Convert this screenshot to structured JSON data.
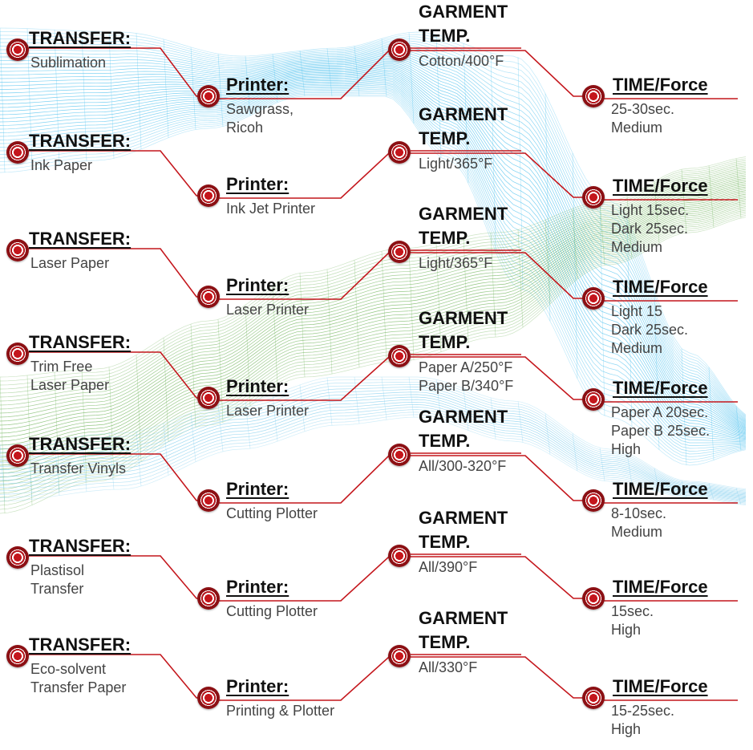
{
  "colors": {
    "accent": "#c4161c",
    "blue_band": "#58c4ee",
    "green_band": "#6fb35a"
  },
  "rows": [
    {
      "transfer": {
        "title": "TRANSFER:",
        "lines": [
          "Sublimation"
        ]
      },
      "printer": {
        "title": "Printer:",
        "lines": [
          "Sawgrass,",
          "Ricoh"
        ]
      },
      "garment": {
        "title": [
          "GARMENT",
          "TEMP."
        ],
        "lines": [
          "Cotton/400°F"
        ]
      },
      "time": {
        "title": "TIME/Force",
        "lines": [
          "25-30sec.",
          "Medium"
        ]
      }
    },
    {
      "transfer": {
        "title": "TRANSFER:",
        "lines": [
          "Ink Paper"
        ]
      },
      "printer": {
        "title": "Printer:",
        "lines": [
          "Ink Jet Printer"
        ]
      },
      "garment": {
        "title": [
          "GARMENT",
          "TEMP."
        ],
        "lines": [
          "Light/365°F"
        ]
      },
      "time": {
        "title": "TIME/Force",
        "lines": [
          "Light 15sec.",
          "Dark 25sec.",
          "Medium"
        ]
      }
    },
    {
      "transfer": {
        "title": "TRANSFER:",
        "lines": [
          "Laser Paper"
        ]
      },
      "printer": {
        "title": "Printer:",
        "lines": [
          "Laser Printer"
        ]
      },
      "garment": {
        "title": [
          "GARMENT",
          "TEMP."
        ],
        "lines": [
          "Light/365°F"
        ]
      },
      "time": {
        "title": "TIME/Force",
        "lines": [
          "Light 15",
          "Dark 25sec.",
          "Medium"
        ]
      }
    },
    {
      "transfer": {
        "title": "TRANSFER:",
        "lines": [
          "Trim Free",
          "Laser Paper"
        ]
      },
      "printer": {
        "title": "Printer:",
        "lines": [
          "Laser Printer"
        ]
      },
      "garment": {
        "title": [
          "GARMENT",
          "TEMP."
        ],
        "lines": [
          "Paper A/250°F",
          "Paper B/340°F"
        ]
      },
      "time": {
        "title": "TIME/Force",
        "lines": [
          "Paper A 20sec.",
          "Paper B 25sec.",
          "High"
        ]
      }
    },
    {
      "transfer": {
        "title": "TRANSFER:",
        "lines": [
          "Transfer Vinyls"
        ]
      },
      "printer": {
        "title": "Printer:",
        "lines": [
          "Cutting Plotter"
        ]
      },
      "garment": {
        "title": [
          "GARMENT",
          "TEMP."
        ],
        "lines": [
          "All/300-320°F"
        ]
      },
      "time": {
        "title": "TIME/Force",
        "lines": [
          "8-10sec.",
          "Medium"
        ]
      }
    },
    {
      "transfer": {
        "title": "TRANSFER:",
        "lines": [
          "Plastisol",
          "Transfer"
        ]
      },
      "printer": {
        "title": "Printer:",
        "lines": [
          "Cutting Plotter"
        ]
      },
      "garment": {
        "title": [
          "GARMENT",
          "TEMP."
        ],
        "lines": [
          "All/390°F"
        ]
      },
      "time": {
        "title": "TIME/Force",
        "lines": [
          "15sec.",
          "High"
        ]
      }
    },
    {
      "transfer": {
        "title": "TRANSFER:",
        "lines": [
          "Eco-solvent",
          "Transfer Paper"
        ]
      },
      "printer": {
        "title": "Printer:",
        "lines": [
          "Printing & Plotter"
        ]
      },
      "garment": {
        "title": [
          "GARMENT",
          "TEMP."
        ],
        "lines": [
          "All/330°F"
        ]
      },
      "time": {
        "title": "TIME/Force",
        "lines": [
          "15-25sec.",
          "High"
        ]
      }
    }
  ]
}
